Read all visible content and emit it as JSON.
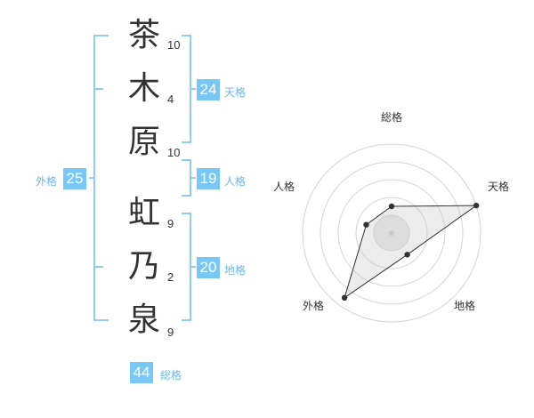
{
  "name": {
    "chars": [
      "茶",
      "木",
      "原",
      "虹",
      "乃",
      "泉"
    ],
    "strokes": [
      "10",
      "4",
      "10",
      "9",
      "2",
      "9"
    ]
  },
  "kakusuu": {
    "tenkaku": {
      "label": "天格",
      "value": "24"
    },
    "jinkaku": {
      "label": "人格",
      "value": "19"
    },
    "chikaku": {
      "label": "地格",
      "value": "20"
    },
    "gaikaku": {
      "label": "外格",
      "value": "25"
    },
    "soukaku": {
      "label": "総格",
      "value": "44"
    }
  },
  "radar": {
    "labels": {
      "top": "総格",
      "right": "天格",
      "bottom_right": "地格",
      "bottom_left": "外格",
      "left": "人格"
    },
    "levels": [
      0.3,
      1.0,
      0.3,
      0.9,
      0.3
    ]
  },
  "colors": {
    "accent": "#79c7f5",
    "accent_text": "#6db7e8",
    "bracket": "#8fcdf3"
  }
}
